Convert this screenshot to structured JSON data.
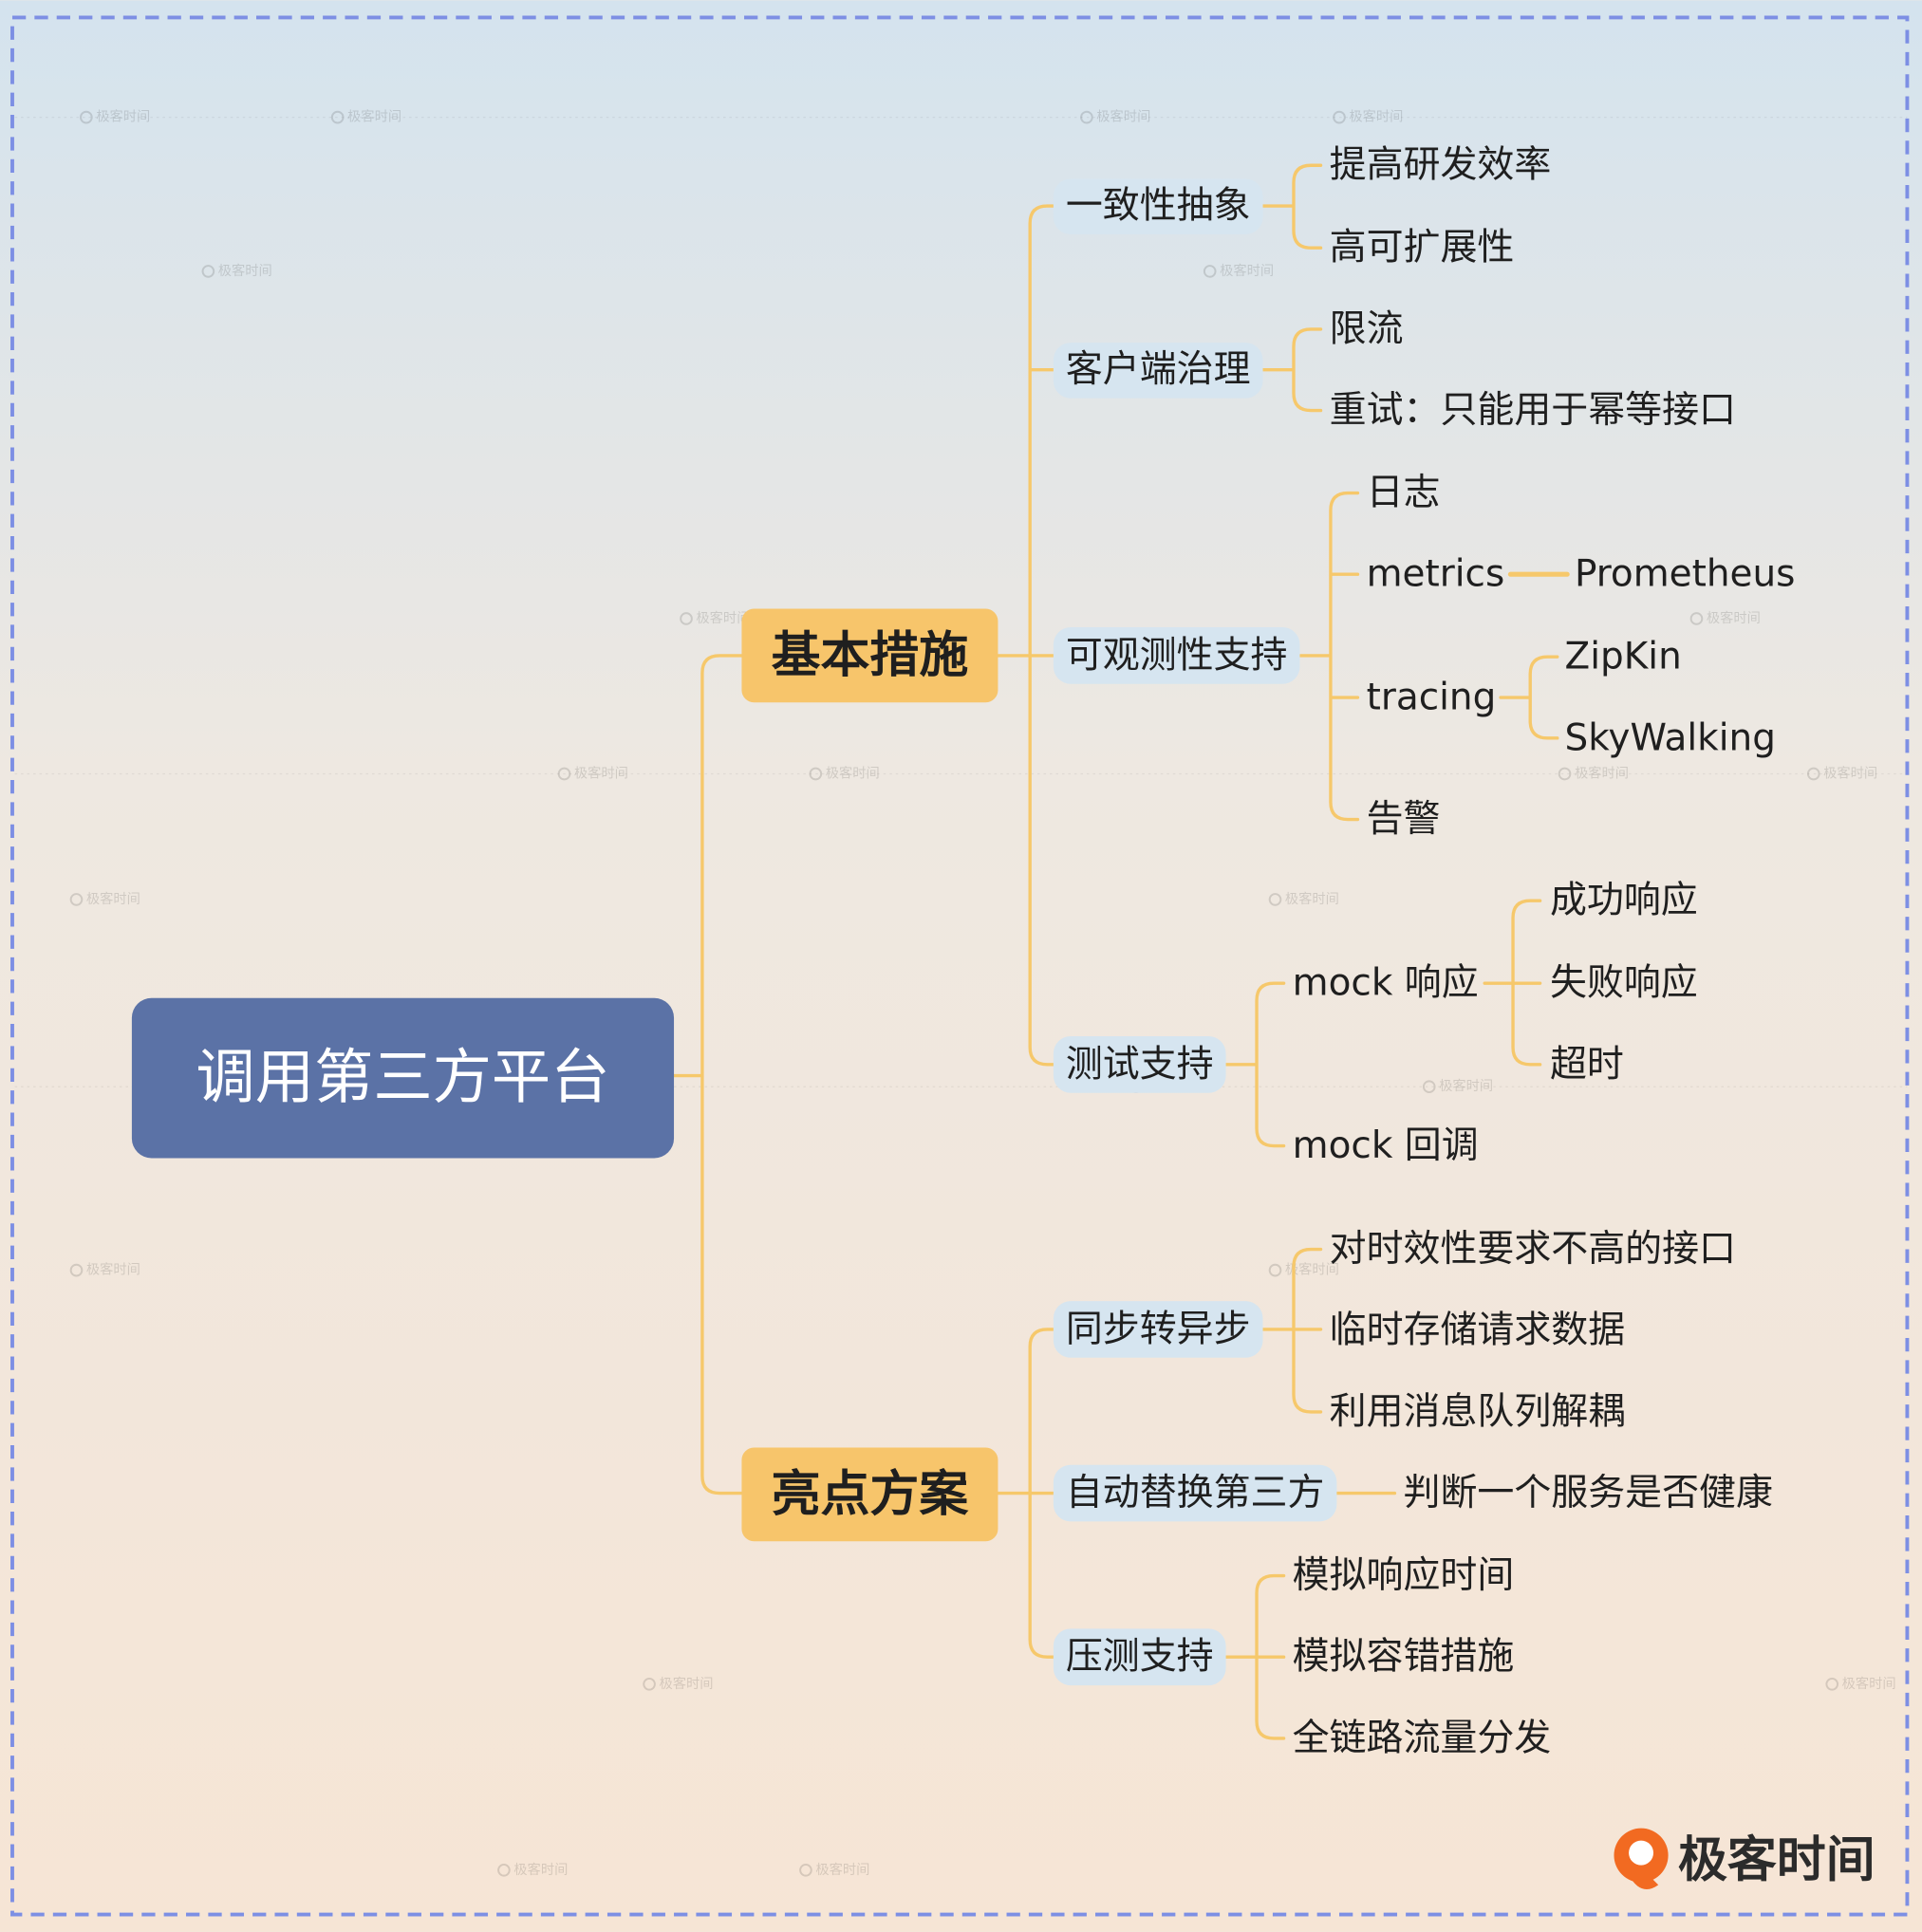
{
  "diagram": {
    "root": {
      "label": "调用第三方平台"
    },
    "branches": [
      {
        "label": "基本措施",
        "children": [
          {
            "label": "一致性抽象",
            "children": [
              {
                "label": "提高研发效率"
              },
              {
                "label": "高可扩展性"
              }
            ]
          },
          {
            "label": "客户端治理",
            "children": [
              {
                "label": "限流"
              },
              {
                "label": "重试：只能用于幂等接口"
              }
            ]
          },
          {
            "label": "可观测性支持",
            "children": [
              {
                "label": "日志"
              },
              {
                "label": "metrics",
                "children": [
                  {
                    "label": "Prometheus"
                  }
                ]
              },
              {
                "label": "tracing",
                "children": [
                  {
                    "label": "ZipKin"
                  },
                  {
                    "label": "SkyWalking"
                  }
                ]
              },
              {
                "label": "告警"
              }
            ]
          },
          {
            "label": "测试支持",
            "children": [
              {
                "label": "mock 响应",
                "children": [
                  {
                    "label": "成功响应"
                  },
                  {
                    "label": "失败响应"
                  },
                  {
                    "label": "超时"
                  }
                ]
              },
              {
                "label": "mock 回调"
              }
            ]
          }
        ]
      },
      {
        "label": "亮点方案",
        "children": [
          {
            "label": "同步转异步",
            "children": [
              {
                "label": "对时效性要求不高的接口"
              },
              {
                "label": "临时存储请求数据"
              },
              {
                "label": "利用消息队列解耦"
              }
            ]
          },
          {
            "label": "自动替换第三方",
            "children": [
              {
                "label": "判断一个服务是否健康"
              }
            ]
          },
          {
            "label": "压测支持",
            "children": [
              {
                "label": "模拟响应时间"
              },
              {
                "label": "模拟容错措施"
              },
              {
                "label": "全链路流量分发"
              }
            ]
          }
        ]
      }
    ]
  },
  "logo": {
    "icon": "geektime-logo-icon",
    "text": "极客时间"
  },
  "watermark": {
    "icon": "geektime-logo-icon",
    "text": "极客时间"
  },
  "colors": {
    "background_top": "#d4e3ee",
    "background_bottom": "#f6e5d5",
    "root_fill": "#5b72a6",
    "root_text": "#ffffff",
    "branch_fill": "#f7c56b",
    "pill_fill": "#d6e5f0",
    "connector": "#f6c86b",
    "border": "#7d8fe4",
    "text": "#1f1f1f",
    "logo_accent": "#f26a21"
  }
}
